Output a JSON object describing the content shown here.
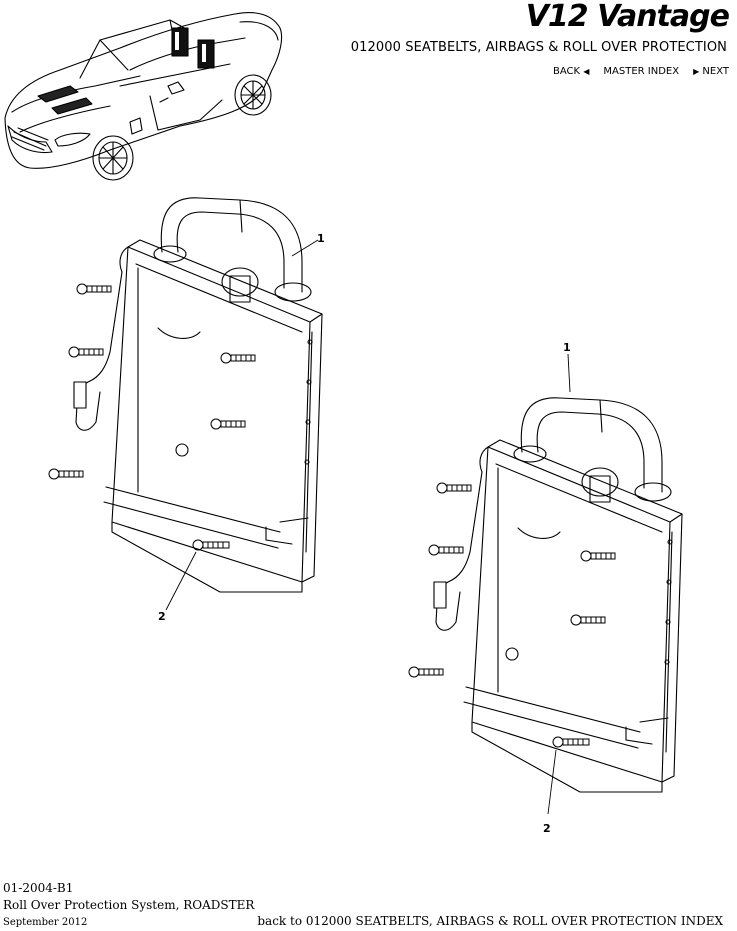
{
  "header": {
    "brand": "V12 Vantage",
    "section_title": "012000 SEATBELTS, AIRBAGS & ROLL OVER PROTECTION",
    "nav": {
      "back": "BACK",
      "master_index": "MASTER INDEX",
      "next": "NEXT"
    }
  },
  "callouts": {
    "assembly_1": {
      "part_1": "1",
      "part_2": "2"
    },
    "assembly_2": {
      "part_1": "1",
      "part_2": "2"
    }
  },
  "footer": {
    "code": "01-2004-B1",
    "description": "Roll Over Protection System, ROADSTER",
    "date": "September 2012",
    "back_link": "back to 012000 SEATBELTS, AIRBAGS & ROLL OVER PROTECTION INDEX"
  },
  "icons": [
    "back-arrow-icon",
    "next-arrow-icon"
  ]
}
